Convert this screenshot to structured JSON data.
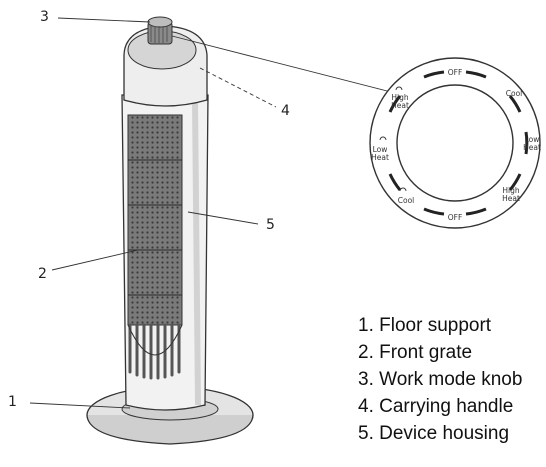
{
  "callouts": {
    "c1": "1",
    "c2": "2",
    "c3": "3",
    "c4": "4",
    "c5": "5"
  },
  "legend": [
    "1. Floor support",
    "2. Front grate",
    "3. Work mode knob",
    "4. Carrying handle",
    "5. Device housing"
  ],
  "dial": {
    "off_top": "OFF",
    "cool_right": "Cool",
    "low_heat_right_1": "Low",
    "low_heat_right_2": "Heat",
    "high_heat_right_1": "High",
    "high_heat_right_2": "Heat",
    "off_bottom": "OFF",
    "cool_left": "Cool",
    "low_heat_left_1": "Low",
    "low_heat_left_2": "Heat",
    "high_heat_left_1": "High",
    "high_heat_left_2": "Heat"
  },
  "colors": {
    "line": "#333333",
    "housing_shade": "#d9d9d9",
    "grate": "#5a5a5a"
  }
}
